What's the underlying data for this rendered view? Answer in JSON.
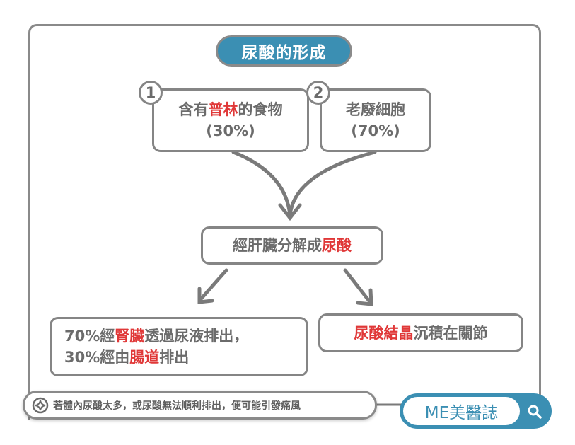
{
  "title": "尿酸的形成",
  "source1": {
    "number": "1",
    "pre": "含有",
    "highlight": "普林",
    "post": "的食物",
    "percent": "(30%)"
  },
  "source2": {
    "number": "2",
    "text": "老廢細胞",
    "percent": "(70%)"
  },
  "process": {
    "pre": "經肝臟分解成",
    "highlight": "尿酸"
  },
  "output1": {
    "line1_pre": "70%經",
    "line1_highlight": "腎臟",
    "line1_post": "透過尿液排出，",
    "line2_pre": "30%經由",
    "line2_highlight": "腸道",
    "line2_post": "排出"
  },
  "output2": {
    "highlight": "尿酸結晶",
    "post": "沉積在關節"
  },
  "note": "若體內尿酸太多，或尿酸無法順利排出，便可能引發痛風",
  "brand": "ME美醫誌",
  "colors": {
    "accent": "#3b8fb3",
    "highlight": "#e03838",
    "gray": "#858585"
  }
}
